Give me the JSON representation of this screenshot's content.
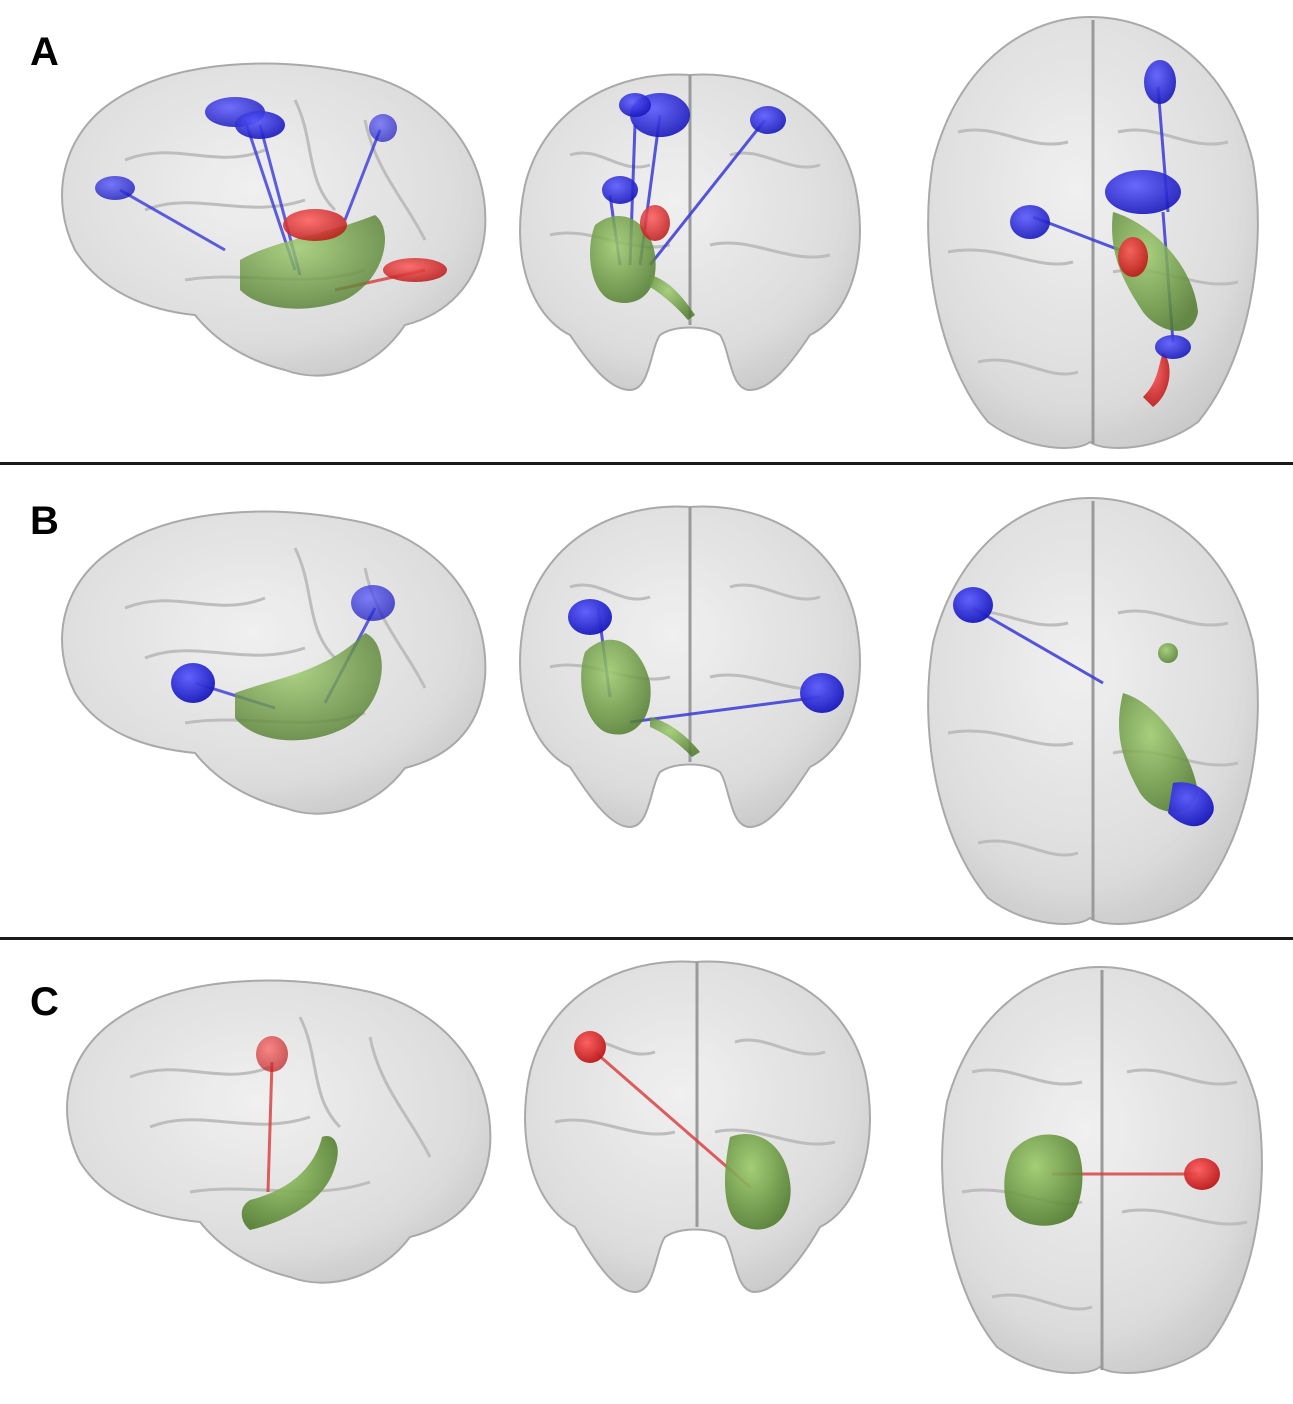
{
  "figure": {
    "panels": [
      {
        "letter": "A",
        "views": [
          "sagittal",
          "coronal",
          "axial"
        ]
      },
      {
        "letter": "B",
        "views": [
          "sagittal",
          "coronal",
          "axial"
        ]
      },
      {
        "letter": "C",
        "views": [
          "sagittal",
          "coronal",
          "axial"
        ]
      }
    ]
  },
  "colors": {
    "brain_fill": "#d8d8d8",
    "brain_stroke": "#9a9a9a",
    "node_blue": "#2424e0",
    "node_red": "#e02020",
    "region_green": "#6f9a45",
    "background": "#ffffff",
    "divider": "#1a1a1a"
  }
}
